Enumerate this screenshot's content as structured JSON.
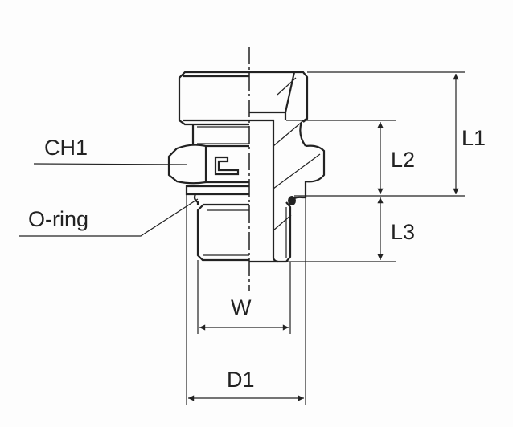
{
  "labels": {
    "ch1": "CH1",
    "oring": "O-ring",
    "w": "W",
    "d1": "D1",
    "l1": "L1",
    "l2": "L2",
    "l3": "L3"
  },
  "colors": {
    "line": "#222222",
    "background": "#fdfdfd"
  }
}
